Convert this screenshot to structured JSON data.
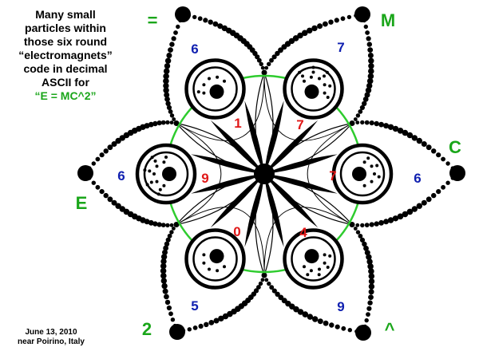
{
  "caption": {
    "lines": [
      "Many small",
      "particles within",
      "those six round",
      "“electromagnets”",
      "code in decimal",
      "ASCII for"
    ],
    "formula": "“E = MC^2”"
  },
  "footer": {
    "date": "June 13, 2010",
    "place": "near Poirino,  Italy"
  },
  "colors": {
    "letters": "#1aa61a",
    "ring": "#2ecc2e",
    "inner_digits": "#e01818",
    "outer_digits": "#1020b0",
    "ink": "#000000"
  },
  "letters": [
    {
      "id": "equals",
      "text": "="
    },
    {
      "id": "m",
      "text": "M"
    },
    {
      "id": "c",
      "text": "C"
    },
    {
      "id": "caret",
      "text": "^"
    },
    {
      "id": "two",
      "text": "2"
    },
    {
      "id": "e",
      "text": "E"
    }
  ],
  "inner_digits": [
    {
      "id": "upper-left",
      "text": "1"
    },
    {
      "id": "upper-right",
      "text": "7"
    },
    {
      "id": "right",
      "text": "7"
    },
    {
      "id": "lower-right",
      "text": "4"
    },
    {
      "id": "lower-left",
      "text": "0"
    },
    {
      "id": "left",
      "text": "9"
    }
  ],
  "outer_digits": [
    {
      "id": "upper-left",
      "text": "6"
    },
    {
      "id": "upper-right",
      "text": "7"
    },
    {
      "id": "right",
      "text": "6"
    },
    {
      "id": "lower-right",
      "text": "9"
    },
    {
      "id": "lower-left",
      "text": "5"
    },
    {
      "id": "left",
      "text": "6"
    }
  ]
}
